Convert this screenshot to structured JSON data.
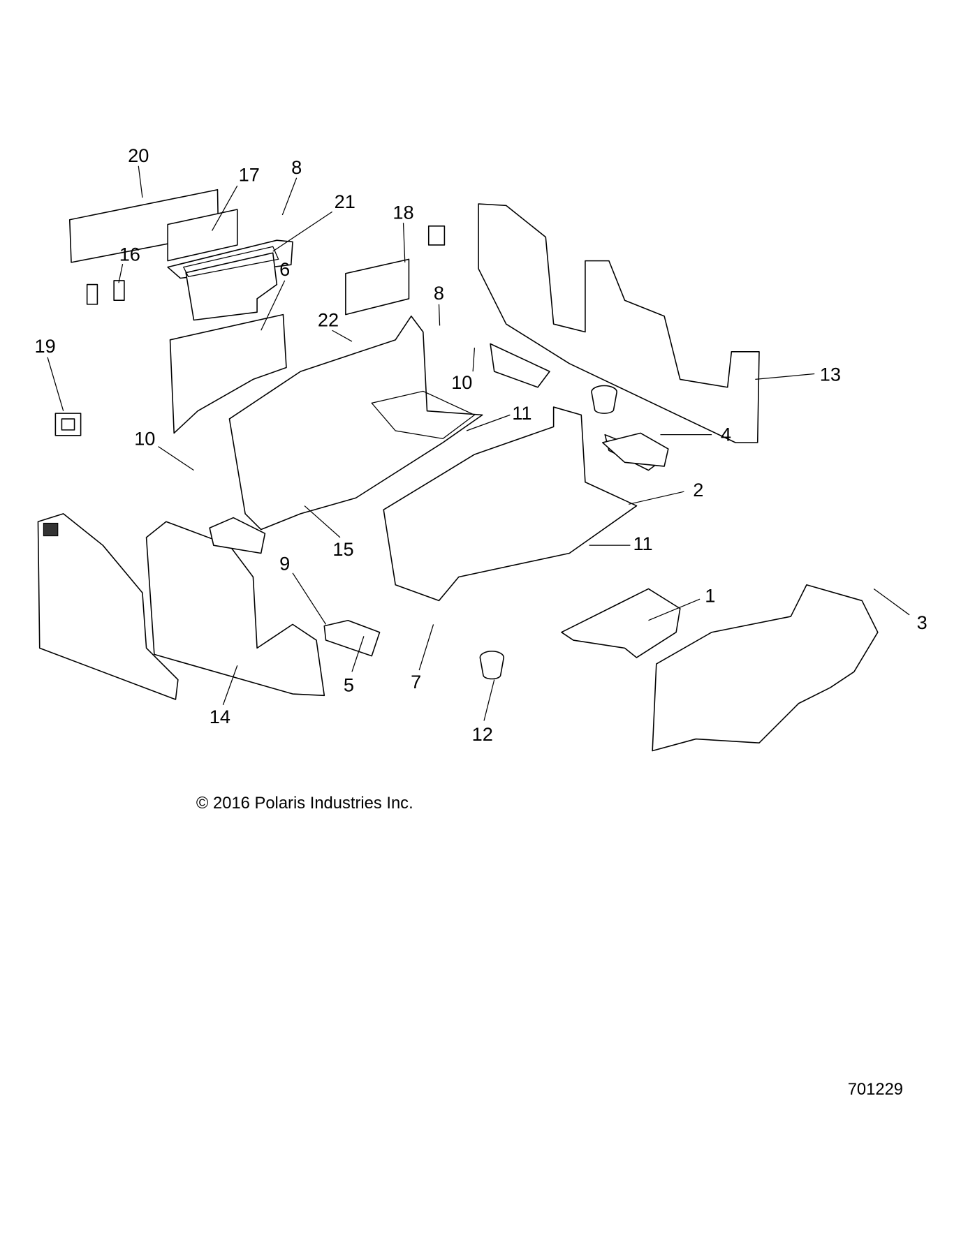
{
  "callouts": [
    "20",
    "17",
    "8",
    "21",
    "18",
    "16",
    "8",
    "6",
    "22",
    "19",
    "10",
    "13",
    "11",
    "10",
    "4",
    "2",
    "11",
    "15",
    "9",
    "1",
    "3",
    "5",
    "7",
    "14",
    "12"
  ],
  "copyright": "© 2016 Polaris Industries Inc.",
  "figure_number": "701229"
}
